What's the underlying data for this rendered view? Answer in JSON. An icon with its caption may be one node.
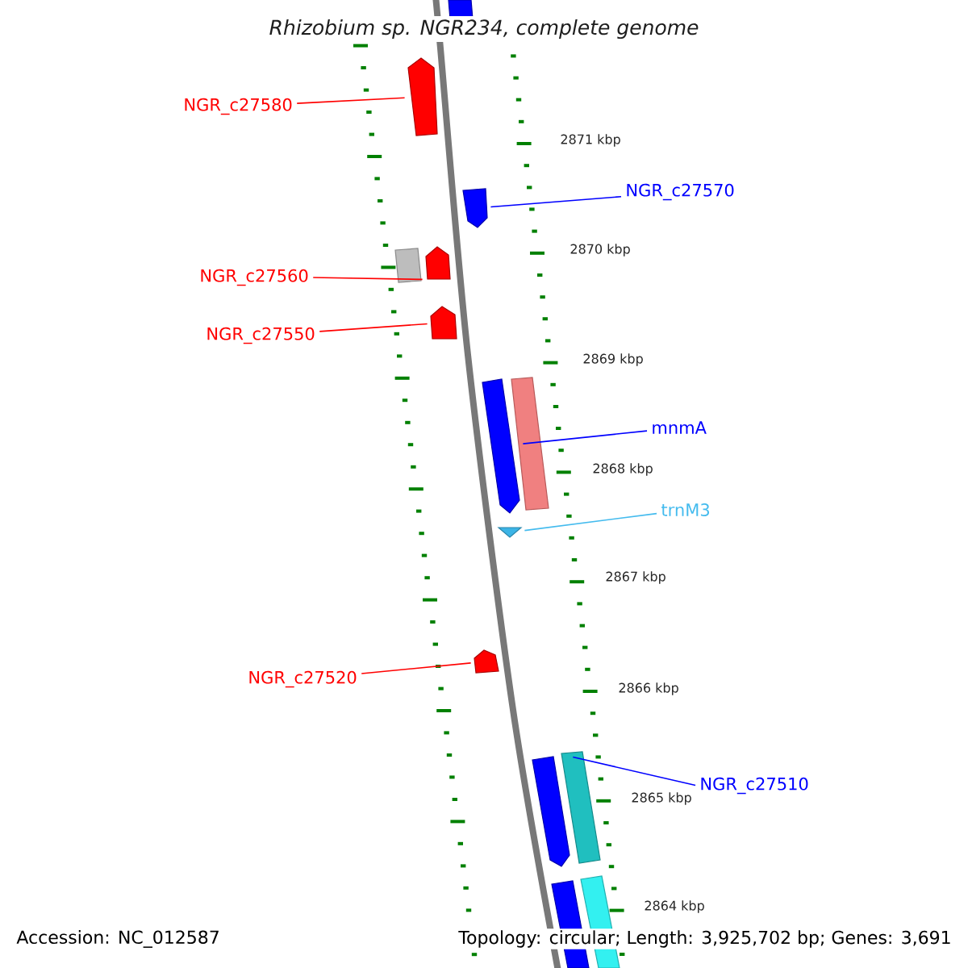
{
  "diagram": {
    "title": "Rhizobium sp. NGR234, complete genome",
    "nodes": [
      {
        "text": [],
        "shape": "box"
      },
      {
        "text": [
          "NGR_c27580"
        ]
      },
      {
        "text": [],
        "shape": "pentagon"
      },
      {
        "text": [
          "NGR_c27570"
        ]
      },
      {
        "text": [],
        "shape": "pentagon"
      },
      {
        "text": [
          "NGR_c27560"
        ]
      },
      {
        "text": [],
        "shape": "box"
      },
      {
        "text": [],
        "shape": "pentagon"
      },
      {
        "text": [
          "NGR_c27550"
        ]
      },
      {
        "text": [],
        "shape": "pentagon"
      },
      {
        "text": [],
        "shape": "pentagon"
      },
      {
        "text": [],
        "shape": "box"
      },
      {
        "text": [
          "mnmA"
        ]
      },
      {
        "text": [],
        "shape": "triangle"
      },
      {
        "text": [
          "trnM3"
        ]
      },
      {
        "text": [
          "NGR_c27520"
        ]
      },
      {
        "text": [],
        "shape": "pentagon"
      },
      {
        "text": [],
        "shape": "pentagon"
      },
      {
        "text": [],
        "shape": "box"
      },
      {
        "text": [
          "NGR_c27510"
        ]
      },
      {
        "text": [],
        "shape": "box"
      },
      {
        "text": [],
        "shape": "box"
      }
    ],
    "edges": [
      {
        "from": 1,
        "to": 2,
        "arrow": "none"
      },
      {
        "from": 3,
        "to": 4,
        "arrow": "none",
        "color": "#0000ff"
      },
      {
        "from": 5,
        "to": 7,
        "arrow": "none"
      },
      {
        "from": 8,
        "to": 9,
        "arrow": "none"
      },
      {
        "from": 12,
        "to": 10,
        "arrow": "none",
        "color": "#0000ff"
      },
      {
        "from": 14,
        "to": 13,
        "arrow": "none",
        "color": "#44bbee"
      },
      {
        "from": 15,
        "to": 16,
        "arrow": "none"
      },
      {
        "from": 19,
        "to": 17,
        "arrow": "none",
        "color": "#0000ff"
      }
    ],
    "labels": [
      "2871 kbp",
      "2870 kbp",
      "2869 kbp",
      "2868 kbp",
      "2867 kbp",
      "2866 kbp",
      "2865 kbp",
      "2864 kbp",
      "Accession: NC_012587",
      "Topology: circular; Length: 3,925,702 bp; Genes: 3,691"
    ]
  }
}
